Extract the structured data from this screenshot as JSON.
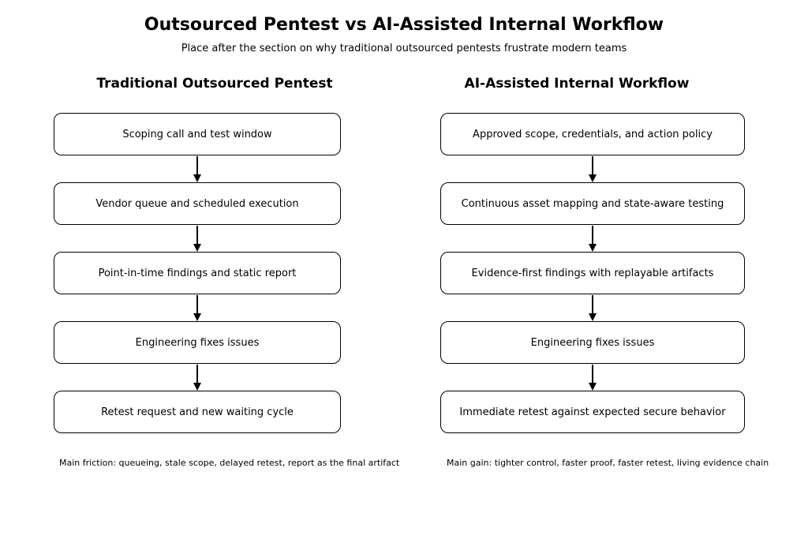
{
  "title": "Outsourced Pentest vs AI-Assisted Internal Workflow",
  "subtitle": "Place after the section on why traditional outsourced pentests frustrate modern teams",
  "colors": {
    "background": "#ffffff",
    "box_fill": "#ffffff",
    "box_border": "#000000",
    "text": "#000000",
    "arrow": "#000000"
  },
  "columns": [
    {
      "header": "Traditional Outsourced Pentest",
      "steps": [
        "Scoping call and test window",
        "Vendor queue and scheduled execution",
        "Point-in-time findings and static report",
        "Engineering fixes issues",
        "Retest request and new waiting cycle"
      ],
      "footer": "Main friction: queueing, stale scope, delayed retest, report as the final artifact"
    },
    {
      "header": "AI-Assisted Internal Workflow",
      "steps": [
        "Approved scope, credentials, and action policy",
        "Continuous asset mapping and state-aware testing",
        "Evidence-first findings with replayable artifacts",
        "Engineering fixes issues",
        "Immediate retest against expected secure behavior"
      ],
      "footer": "Main gain: tighter control, faster proof, faster retest, living evidence chain"
    }
  ]
}
